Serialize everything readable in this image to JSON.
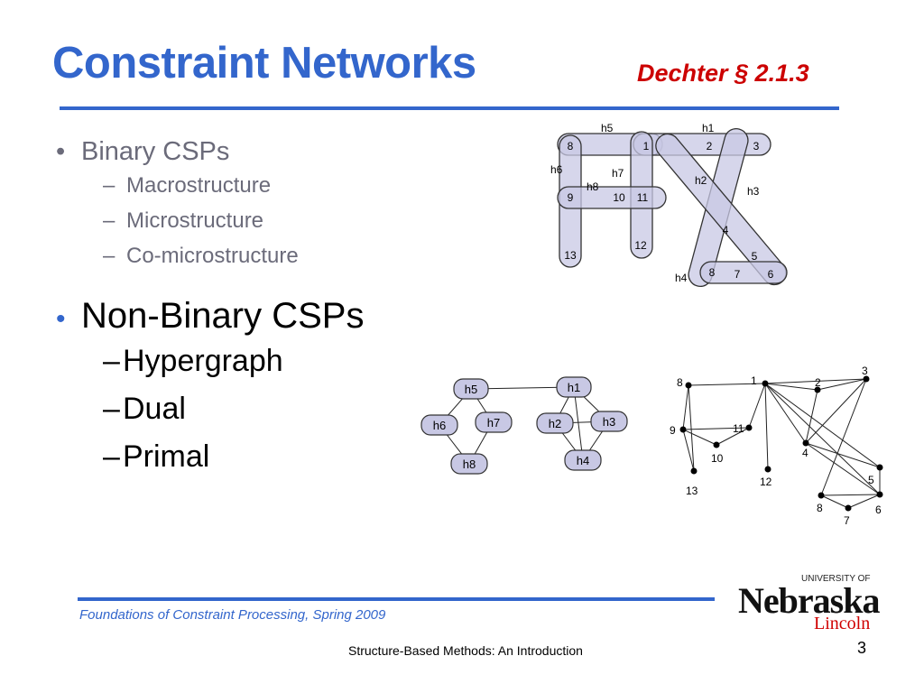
{
  "slide": {
    "title": "Constraint Networks",
    "reference": "Dechter § 2.1.3",
    "page_number": "3"
  },
  "bullets": {
    "binary": {
      "label": "Binary CSPs",
      "items": [
        "Macrostructure",
        "Microstructure",
        "Co-microstructure"
      ]
    },
    "nonbinary": {
      "label": "Non-Binary CSPs",
      "items": [
        "Hypergraph",
        "Dual",
        "Primal"
      ]
    }
  },
  "footer": {
    "course": "Foundations of Constraint Processing, Spring 2009",
    "subtitle": "Structure-Based Methods: An Introduction"
  },
  "logo": {
    "top_text": "UNIVERSITY OF",
    "main_text": "Nebraska",
    "sub_text": "Lincoln"
  },
  "hypergraph": {
    "nodes": [
      "8",
      "1",
      "2",
      "3",
      "9",
      "10",
      "11",
      "4",
      "13",
      "12",
      "5",
      "8",
      "7",
      "6"
    ],
    "edge_labels": [
      "h5",
      "h1",
      "h6",
      "h7",
      "h8",
      "h2",
      "h3",
      "h4"
    ]
  },
  "dual_graph": {
    "nodes": [
      "h5",
      "h1",
      "h6",
      "h7",
      "h2",
      "h3",
      "h8",
      "h4"
    ]
  },
  "primal_graph": {
    "nodes": [
      "8",
      "1",
      "2",
      "3",
      "9",
      "11",
      "10",
      "4",
      "12",
      "5",
      "13",
      "8",
      "6",
      "7"
    ]
  },
  "colors": {
    "title": "#3366cc",
    "reference": "#cc0000",
    "rule": "#3366cc",
    "hyperedge_fill": "#c8c8e4",
    "logo_accent": "#d00000"
  }
}
